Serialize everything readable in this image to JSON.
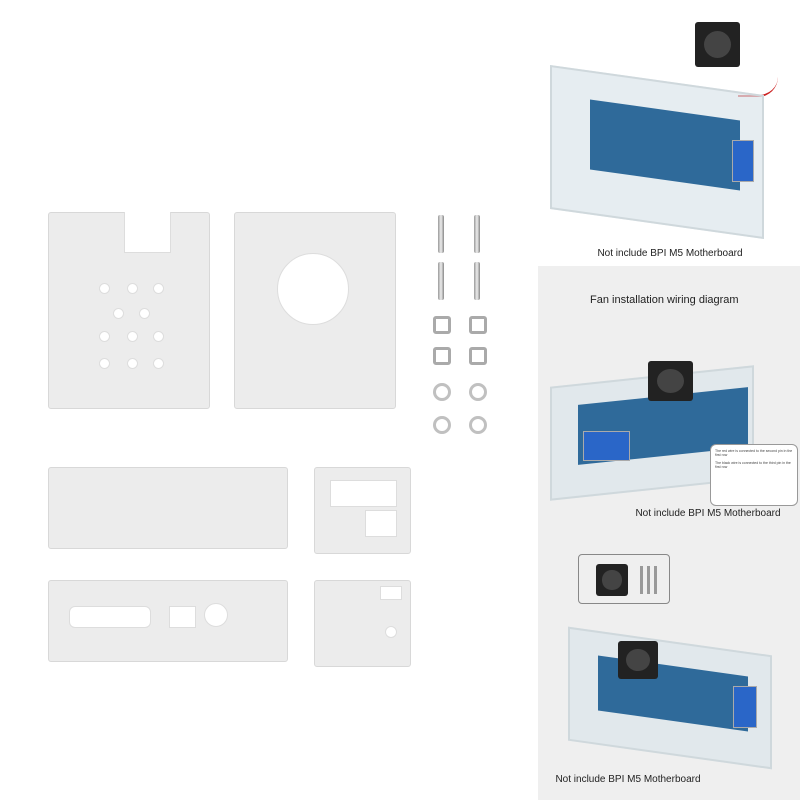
{
  "captions": {
    "top": "Not include BPI M5 Motherboard",
    "middle_title": "Fan installation wiring diagram",
    "middle": "Not include BPI M5 Motherboard",
    "bottom": "Not include BPI M5 Motherboard"
  },
  "callout": {
    "line1": "The red wire is connected to the second pin in the first row",
    "line2": "The black wire is connected to the third pin in the first row"
  },
  "colors": {
    "board": "#2f6a9a",
    "usb": "#2a66c8",
    "background_panel": "#efefef"
  }
}
